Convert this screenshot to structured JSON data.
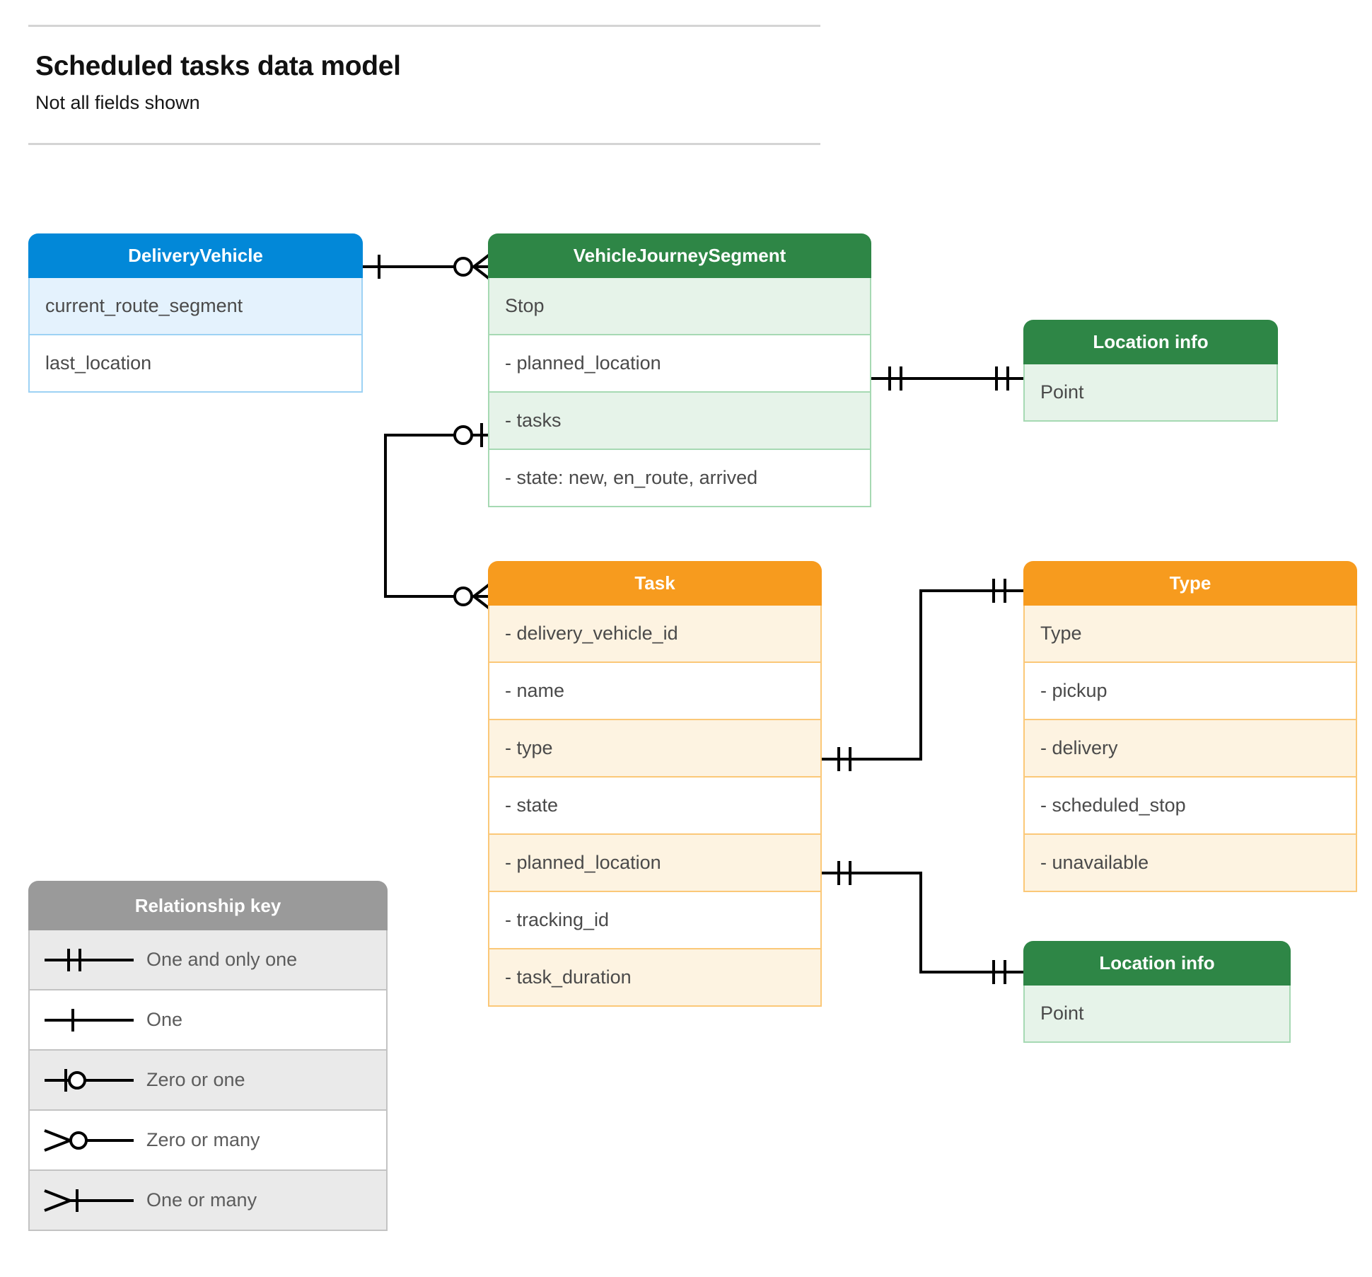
{
  "header": {
    "title": "Scheduled tasks data model",
    "subtitle": "Not all fields shown"
  },
  "entities": {
    "delivery_vehicle": {
      "title": "DeliveryVehicle",
      "color": "#0288d8",
      "rows": [
        "current_route_segment",
        "last_location"
      ]
    },
    "vehicle_journey_segment": {
      "title": "VehicleJourneySegment",
      "color": "#2e8646",
      "rows": [
        "Stop",
        "-  planned_location",
        "- tasks",
        "- state: new, en_route, arrived"
      ]
    },
    "location_info_top": {
      "title": "Location info",
      "color": "#2e8646",
      "rows": [
        "Point"
      ]
    },
    "task": {
      "title": "Task",
      "color": "#f79b1e",
      "rows": [
        "- delivery_vehicle_id",
        "- name",
        "- type",
        "- state",
        "- planned_location",
        "- tracking_id",
        "- task_duration"
      ]
    },
    "type": {
      "title": "Type",
      "color": "#f79b1e",
      "rows": [
        "Type",
        "-   pickup",
        "-   delivery",
        "-   scheduled_stop",
        "-   unavailable"
      ]
    },
    "location_info_bottom": {
      "title": "Location info",
      "color": "#2e8646",
      "rows": [
        "Point"
      ]
    }
  },
  "legend": {
    "title": "Relationship key",
    "color": "#9a9a9a",
    "items": [
      {
        "label": "One and only one",
        "symbol": "one-and-only-one"
      },
      {
        "label": "One",
        "symbol": "one"
      },
      {
        "label": "Zero or one",
        "symbol": "zero-or-one"
      },
      {
        "label": "Zero or many",
        "symbol": "zero-or-many"
      },
      {
        "label": "One or many",
        "symbol": "one-or-many"
      }
    ]
  },
  "relationships": [
    {
      "from": "DeliveryVehicle",
      "to": "VehicleJourneySegment",
      "from_cardinality": "one",
      "to_cardinality": "zero-or-many"
    },
    {
      "from": "VehicleJourneySegment.planned_location",
      "to": "Location info.Point",
      "from_cardinality": "one-and-only-one",
      "to_cardinality": "one-and-only-one"
    },
    {
      "from": "VehicleJourneySegment.tasks",
      "to": "Task",
      "from_cardinality": "zero-or-one",
      "to_cardinality": "zero-or-many"
    },
    {
      "from": "Task.type",
      "to": "Type",
      "from_cardinality": "one-and-only-one",
      "to_cardinality": "one-and-only-one"
    },
    {
      "from": "Task.planned_location",
      "to": "Location info.Point",
      "from_cardinality": "one-and-only-one",
      "to_cardinality": "one-and-only-one"
    }
  ],
  "palette": {
    "blue": "#0288d8",
    "green": "#2e8646",
    "orange": "#f79b1e",
    "grey": "#9a9a9a",
    "line": "#000000",
    "rule": "#d4d4d4"
  }
}
